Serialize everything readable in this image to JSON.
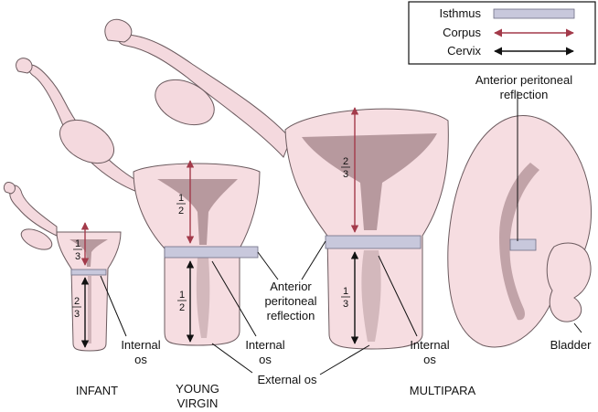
{
  "legend": {
    "isthmus": "Isthmus",
    "corpus": "Corpus",
    "cervix": "Cervix",
    "isthmus_color": "#c8c8dc",
    "corpus_color": "#a33a4a",
    "cervix_color": "#111111"
  },
  "labels": {
    "anterior_peritoneal_reflection_top_line1": "Anterior peritoneal",
    "anterior_peritoneal_reflection_top_line2": "reflection",
    "anterior_line1": "Anterior",
    "anterior_line2": "peritoneal",
    "anterior_line3": "reflection",
    "internal_os_line1": "Internal",
    "internal_os_line2": "os",
    "external_os": "External os",
    "bladder": "Bladder"
  },
  "stages": {
    "infant": "INFANT",
    "young_virgin_line1": "YOUNG",
    "young_virgin_line2": "VIRGIN",
    "multipara": "MULTIPARA"
  },
  "fractions": {
    "one": "1",
    "two": "2",
    "three": "3"
  }
}
